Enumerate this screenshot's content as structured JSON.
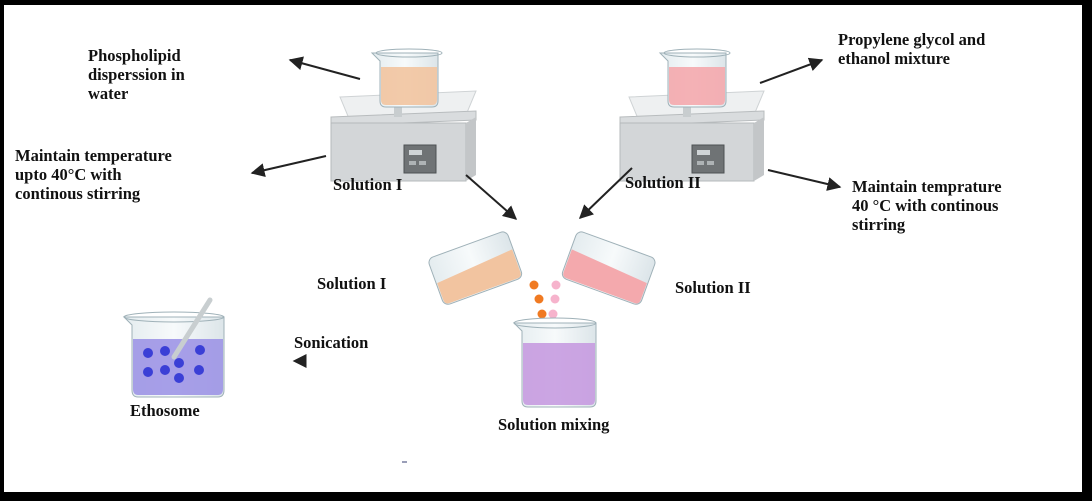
{
  "diagram": {
    "title": "Ethosome preparation process",
    "labels": {
      "phospholipid": "Phospholipid\ndisperssion in\nwater",
      "maintain_left": "Maintain temperature\nupto 40°C with\ncontinous stirring",
      "solution_1_top": "Solution I",
      "propylene": "Propylene glycol and\nethanol mixture",
      "solution_2_top": "Solution II",
      "maintain_right": "Maintain temprature\n40 °C with continous\nstirring",
      "solution_1_pour": "Solution I",
      "solution_2_pour": "Solution II",
      "sonication": "Sonication",
      "mixing": "Solution mixing",
      "ethosome": "Ethosome"
    },
    "colors": {
      "frame": "#000000",
      "solution_1": "#f2c4a0",
      "solution_2": "#f4a9ad",
      "mixture": "#c79be0",
      "ethosome_liquid": "#9d95e6",
      "vesicle": "#3a3fd6",
      "drop_orange": "#f07a22",
      "drop_pink": "#f6b3cc",
      "arrow": "#222222"
    }
  }
}
